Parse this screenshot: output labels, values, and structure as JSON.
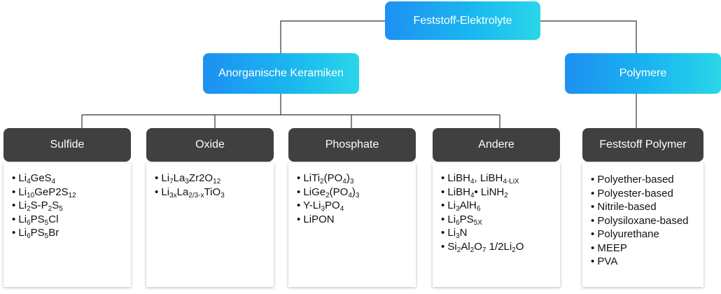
{
  "root": {
    "label": "Feststoff-Elektrolyte"
  },
  "groups": [
    {
      "key": "anorganic",
      "label": "Anorganische Keramiken"
    },
    {
      "key": "polymer",
      "label": "Polymere"
    }
  ],
  "categories": [
    {
      "label": "Sulfide",
      "items": [
        [
          [
            "• Li"
          ],
          [
            "4",
            "sub"
          ],
          [
            "GeS"
          ],
          [
            "4",
            "sub"
          ]
        ],
        [
          [
            "• Li"
          ],
          [
            "10",
            "sub"
          ],
          [
            "GeP2S"
          ],
          [
            "12",
            "sub"
          ]
        ],
        [
          [
            "• Li"
          ],
          [
            "2",
            "sub"
          ],
          [
            "S-P"
          ],
          [
            "2",
            "sub"
          ],
          [
            "S"
          ],
          [
            "5",
            "sub"
          ]
        ],
        [
          [
            "• Li"
          ],
          [
            "6",
            "sub"
          ],
          [
            "PS"
          ],
          [
            "5",
            "sub"
          ],
          [
            "Cl"
          ]
        ],
        [
          [
            "• Li"
          ],
          [
            "6",
            "sub"
          ],
          [
            "PS"
          ],
          [
            "5",
            "sub"
          ],
          [
            "Br"
          ]
        ]
      ]
    },
    {
      "label": "Oxide",
      "items": [
        [
          [
            "• Li"
          ],
          [
            "7",
            "sub"
          ],
          [
            "La"
          ],
          [
            "3",
            "sub"
          ],
          [
            "Zr2O"
          ],
          [
            "12",
            "sub"
          ]
        ],
        [
          [
            "• Li"
          ],
          [
            "3x",
            "sub"
          ],
          [
            "La"
          ],
          [
            "2/3-x",
            "sub"
          ],
          [
            "TiO"
          ],
          [
            "3",
            "sub"
          ]
        ]
      ]
    },
    {
      "label": "Phosphate",
      "items": [
        [
          [
            "• LiTi"
          ],
          [
            "2",
            "sub"
          ],
          [
            "(PO"
          ],
          [
            "4",
            "sub"
          ],
          [
            ")"
          ],
          [
            "3",
            "sub"
          ]
        ],
        [
          [
            "• LiGe"
          ],
          [
            "2",
            "sub"
          ],
          [
            "(PO"
          ],
          [
            "4",
            "sub"
          ],
          [
            ")"
          ],
          [
            "3",
            "sub"
          ]
        ],
        [
          [
            "• Y-Li"
          ],
          [
            "3",
            "sub"
          ],
          [
            "PO"
          ],
          [
            "4",
            "sub"
          ]
        ],
        [
          [
            "• LiPON"
          ]
        ]
      ]
    },
    {
      "label": "Andere",
      "items": [
        [
          [
            "• LiBH"
          ],
          [
            "4",
            "sub"
          ],
          [
            ", LiBH"
          ],
          [
            "4-LiX",
            "sub"
          ]
        ],
        [
          [
            "• LiBH"
          ],
          [
            "4",
            "sub"
          ],
          [
            "• LiNH"
          ],
          [
            "2",
            "sub"
          ]
        ],
        [
          [
            "• Li"
          ],
          [
            "3",
            "sub"
          ],
          [
            "AlH"
          ],
          [
            "6",
            "sub"
          ]
        ],
        [
          [
            "• Li"
          ],
          [
            "6",
            "sub"
          ],
          [
            "PS"
          ],
          [
            "5X",
            "sub"
          ]
        ],
        [
          [
            "• Li"
          ],
          [
            "3",
            "sub"
          ],
          [
            "N"
          ]
        ],
        [
          [
            "• Si"
          ],
          [
            "2",
            "sub"
          ],
          [
            "Al"
          ],
          [
            "2",
            "sub"
          ],
          [
            "O"
          ],
          [
            "7",
            "sub"
          ],
          [
            " 1/2Li"
          ],
          [
            "2",
            "sub"
          ],
          [
            "O"
          ]
        ]
      ]
    },
    {
      "label": "Feststoff Polymer",
      "items": [
        [
          [
            "• Polyether-based"
          ]
        ],
        [
          [
            "• Polyester-based"
          ]
        ],
        [
          [
            "• Nitrile-based"
          ]
        ],
        [
          [
            "• Polysiloxane-based"
          ]
        ],
        [
          [
            "• Polyurethane"
          ]
        ],
        [
          [
            "• MEEP"
          ]
        ],
        [
          [
            "• PVA"
          ]
        ]
      ]
    }
  ],
  "colors": {
    "gradient_start": "#1e90f2",
    "gradient_end": "#2ad6e8",
    "category_fill": "#404040",
    "connector": "#333333"
  }
}
